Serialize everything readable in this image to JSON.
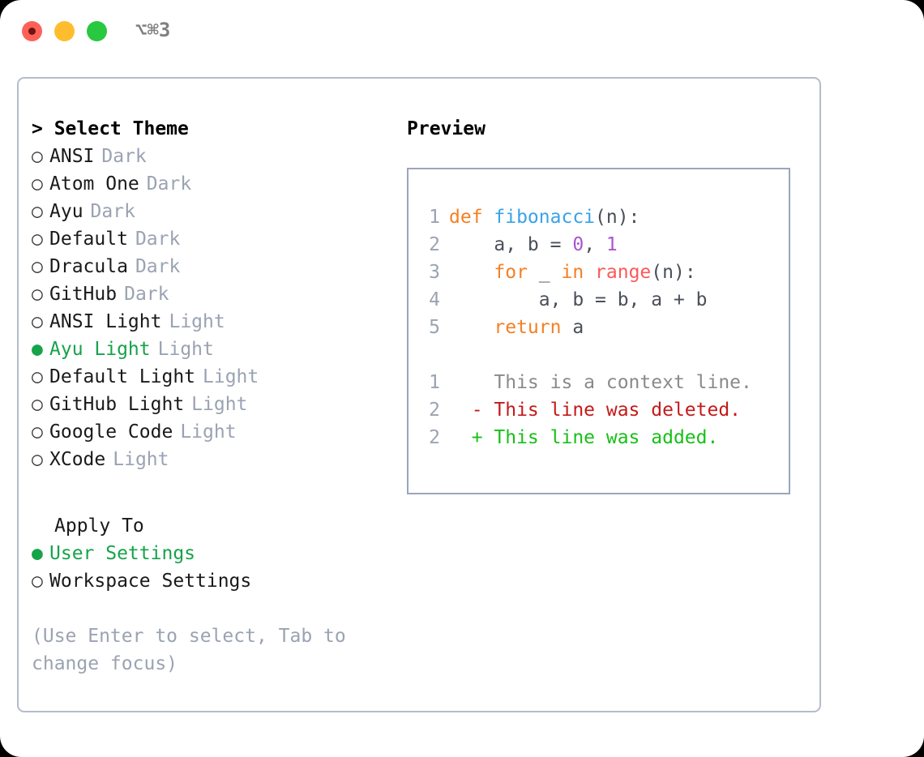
{
  "window": {
    "title": "⌥⌘3",
    "controls": [
      {
        "name": "close",
        "color": "#ff6058"
      },
      {
        "name": "minimize",
        "color": "#ffbd2e"
      },
      {
        "name": "maximize",
        "color": "#28c840"
      }
    ]
  },
  "theme_selector": {
    "heading": "> Select Theme",
    "selected_bullet": "●",
    "unselected_bullet": "○",
    "items": [
      {
        "name": "ANSI",
        "tag": "Dark",
        "selected": false
      },
      {
        "name": "Atom One",
        "tag": "Dark",
        "selected": false
      },
      {
        "name": "Ayu",
        "tag": "Dark",
        "selected": false
      },
      {
        "name": "Default",
        "tag": "Dark",
        "selected": false
      },
      {
        "name": "Dracula",
        "tag": "Dark",
        "selected": false
      },
      {
        "name": "GitHub",
        "tag": "Dark",
        "selected": false
      },
      {
        "name": "ANSI Light",
        "tag": "Light",
        "selected": false
      },
      {
        "name": "Ayu Light",
        "tag": "Light",
        "selected": true
      },
      {
        "name": "Default Light",
        "tag": "Light",
        "selected": false
      },
      {
        "name": "GitHub Light",
        "tag": "Light",
        "selected": false
      },
      {
        "name": "Google Code",
        "tag": "Light",
        "selected": false
      },
      {
        "name": "XCode",
        "tag": "Light",
        "selected": false
      }
    ]
  },
  "apply_to": {
    "heading": "Apply To",
    "items": [
      {
        "name": "User Settings",
        "selected": true
      },
      {
        "name": "Workspace Settings",
        "selected": false
      }
    ]
  },
  "hint": "(Use Enter to select, Tab to change focus)",
  "preview": {
    "title": "Preview",
    "code_lines": [
      {
        "num": "1",
        "tokens": [
          {
            "t": "def ",
            "c": "kw"
          },
          {
            "t": "fibonacci",
            "c": "fn"
          },
          {
            "t": "(n):",
            "c": "pl"
          }
        ]
      },
      {
        "num": "2",
        "tokens": [
          {
            "t": "    a, b = ",
            "c": "pl"
          },
          {
            "t": "0",
            "c": "num"
          },
          {
            "t": ", ",
            "c": "pl"
          },
          {
            "t": "1",
            "c": "num"
          }
        ]
      },
      {
        "num": "3",
        "tokens": [
          {
            "t": "    ",
            "c": "pl"
          },
          {
            "t": "for",
            "c": "kw"
          },
          {
            "t": " _ ",
            "c": "pl"
          },
          {
            "t": "in",
            "c": "kw"
          },
          {
            "t": " ",
            "c": "pl"
          },
          {
            "t": "range",
            "c": "bi"
          },
          {
            "t": "(n):",
            "c": "pl"
          }
        ]
      },
      {
        "num": "4",
        "tokens": [
          {
            "t": "        a, b = b, a + b",
            "c": "pl"
          }
        ]
      },
      {
        "num": "5",
        "tokens": [
          {
            "t": "    ",
            "c": "pl"
          },
          {
            "t": "return",
            "c": "kw"
          },
          {
            "t": " a",
            "c": "pl"
          }
        ]
      }
    ],
    "diff_lines": [
      {
        "num": "1",
        "marker": "  ",
        "text": "This is a context line.",
        "kind": "ctx"
      },
      {
        "num": "2",
        "marker": "- ",
        "text": "This line was deleted.",
        "kind": "del"
      },
      {
        "num": "2",
        "marker": "+ ",
        "text": "This line was added.",
        "kind": "add"
      }
    ]
  },
  "colors": {
    "accent_green": "#16a34a",
    "muted": "#9aa3b2",
    "keyword": "#f58024",
    "function": "#3aa2e8",
    "number": "#a855d0",
    "builtin": "#fa5a5a",
    "diff_add": "#18c018",
    "diff_del": "#c41a1a"
  }
}
